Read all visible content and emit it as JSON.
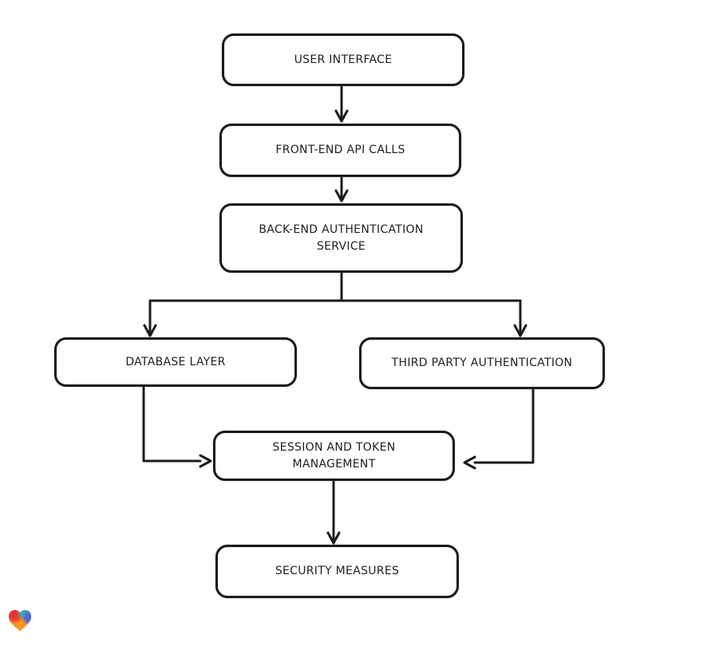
{
  "page": {
    "background": "#ffffff"
  },
  "diagram": {
    "type": "flowchart",
    "direction": "top-down",
    "style": "hand-drawn",
    "stroke_color": "#1c1c1c",
    "node_fill": "#ffffff",
    "nodes": [
      {
        "id": "user-interface",
        "label": "USER INTERFACE"
      },
      {
        "id": "front-end-api-calls",
        "label": "FRONT-END API CALLS"
      },
      {
        "id": "back-end-authentication-service",
        "label": "BACK-END AUTHENTICATION SERVICE"
      },
      {
        "id": "database-layer",
        "label": "DATABASE LAYER"
      },
      {
        "id": "third-party-authentication",
        "label": "THIRD PARTY AUTHENTICATION"
      },
      {
        "id": "session-and-token-management",
        "label": "SESSION AND TOKEN MANAGEMENT"
      },
      {
        "id": "security-measures",
        "label": "SECURITY MEASURES"
      }
    ],
    "edges": [
      {
        "from": "user-interface",
        "to": "front-end-api-calls"
      },
      {
        "from": "front-end-api-calls",
        "to": "back-end-authentication-service"
      },
      {
        "from": "back-end-authentication-service",
        "to": "database-layer"
      },
      {
        "from": "back-end-authentication-service",
        "to": "third-party-authentication"
      },
      {
        "from": "database-layer",
        "to": "session-and-token-management"
      },
      {
        "from": "third-party-authentication",
        "to": "session-and-token-management"
      },
      {
        "from": "session-and-token-management",
        "to": "security-measures"
      }
    ]
  },
  "branding": {
    "logo": "gradient-heart-logo",
    "logo_colors": [
      "#e62e35",
      "#2ab5ad",
      "#4563e6",
      "#f6981f"
    ]
  }
}
